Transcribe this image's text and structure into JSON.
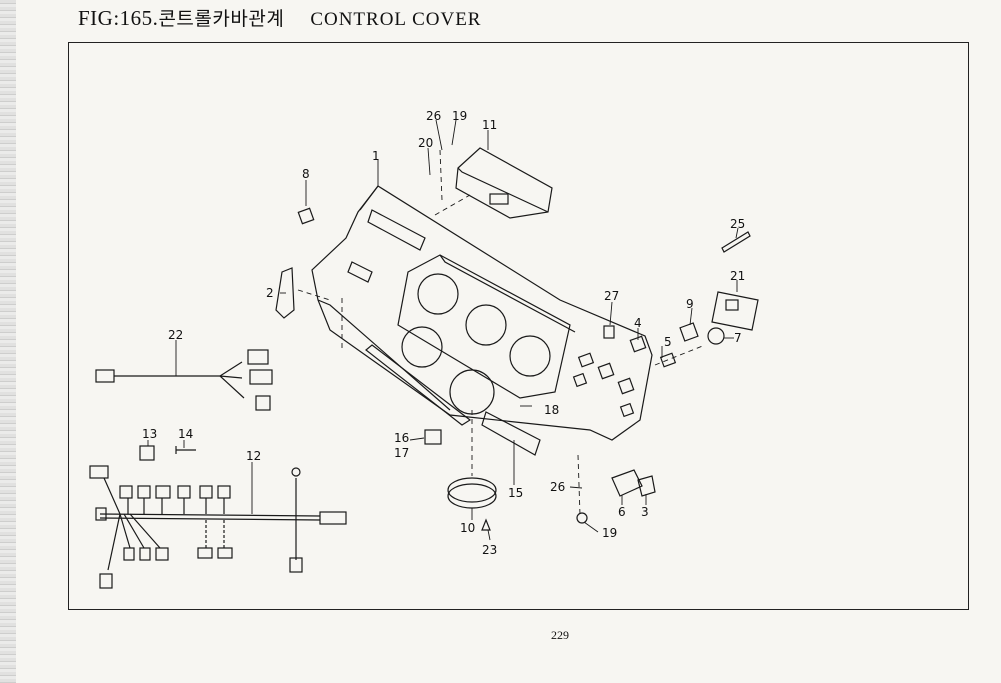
{
  "header": {
    "figure_label": "FIG:165.",
    "korean_title": "콘트롤카바관계",
    "english_title": "CONTROL COVER"
  },
  "callouts": [
    {
      "label": "1"
    },
    {
      "label": "2"
    },
    {
      "label": "3"
    },
    {
      "label": "4"
    },
    {
      "label": "5"
    },
    {
      "label": "6"
    },
    {
      "label": "7"
    },
    {
      "label": "8"
    },
    {
      "label": "9"
    },
    {
      "label": "10"
    },
    {
      "label": "11"
    },
    {
      "label": "12"
    },
    {
      "label": "13"
    },
    {
      "label": "14"
    },
    {
      "label": "15"
    },
    {
      "label": "16"
    },
    {
      "label": "17"
    },
    {
      "label": "18"
    },
    {
      "label": "19"
    },
    {
      "label": "19"
    },
    {
      "label": "20"
    },
    {
      "label": "21"
    },
    {
      "label": "22"
    },
    {
      "label": "23"
    },
    {
      "label": "25"
    },
    {
      "label": "26"
    },
    {
      "label": "26"
    },
    {
      "label": "27"
    }
  ],
  "footer": {
    "page_number": "229"
  }
}
